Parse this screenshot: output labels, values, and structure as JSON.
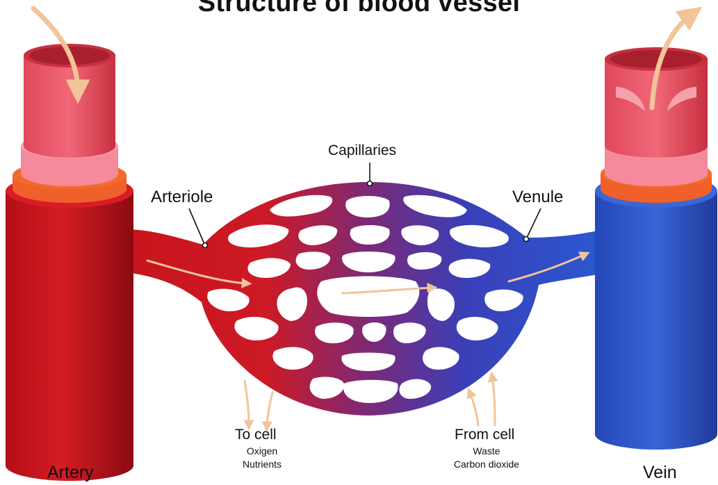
{
  "title": "Structure of blood vessel",
  "labels": {
    "capillaries": "Capillaries",
    "arteriole": "Arteriole",
    "venule": "Venule",
    "artery": "Artery",
    "vein": "Vein",
    "to_cell": "To cell",
    "to_cell_items": [
      "Oxigen",
      "Nutrients"
    ],
    "from_cell": "From cell",
    "from_cell_items": [
      "Waste",
      "Carbon dioxide"
    ]
  },
  "colors": {
    "artery": "#c8141c",
    "vein": "#2f55c8",
    "capillary_mid": "#7a2a78",
    "flow_arrow": "#f2c49a",
    "collar_orange": "#f26b2a",
    "collar_pink": "#f58a9c"
  }
}
